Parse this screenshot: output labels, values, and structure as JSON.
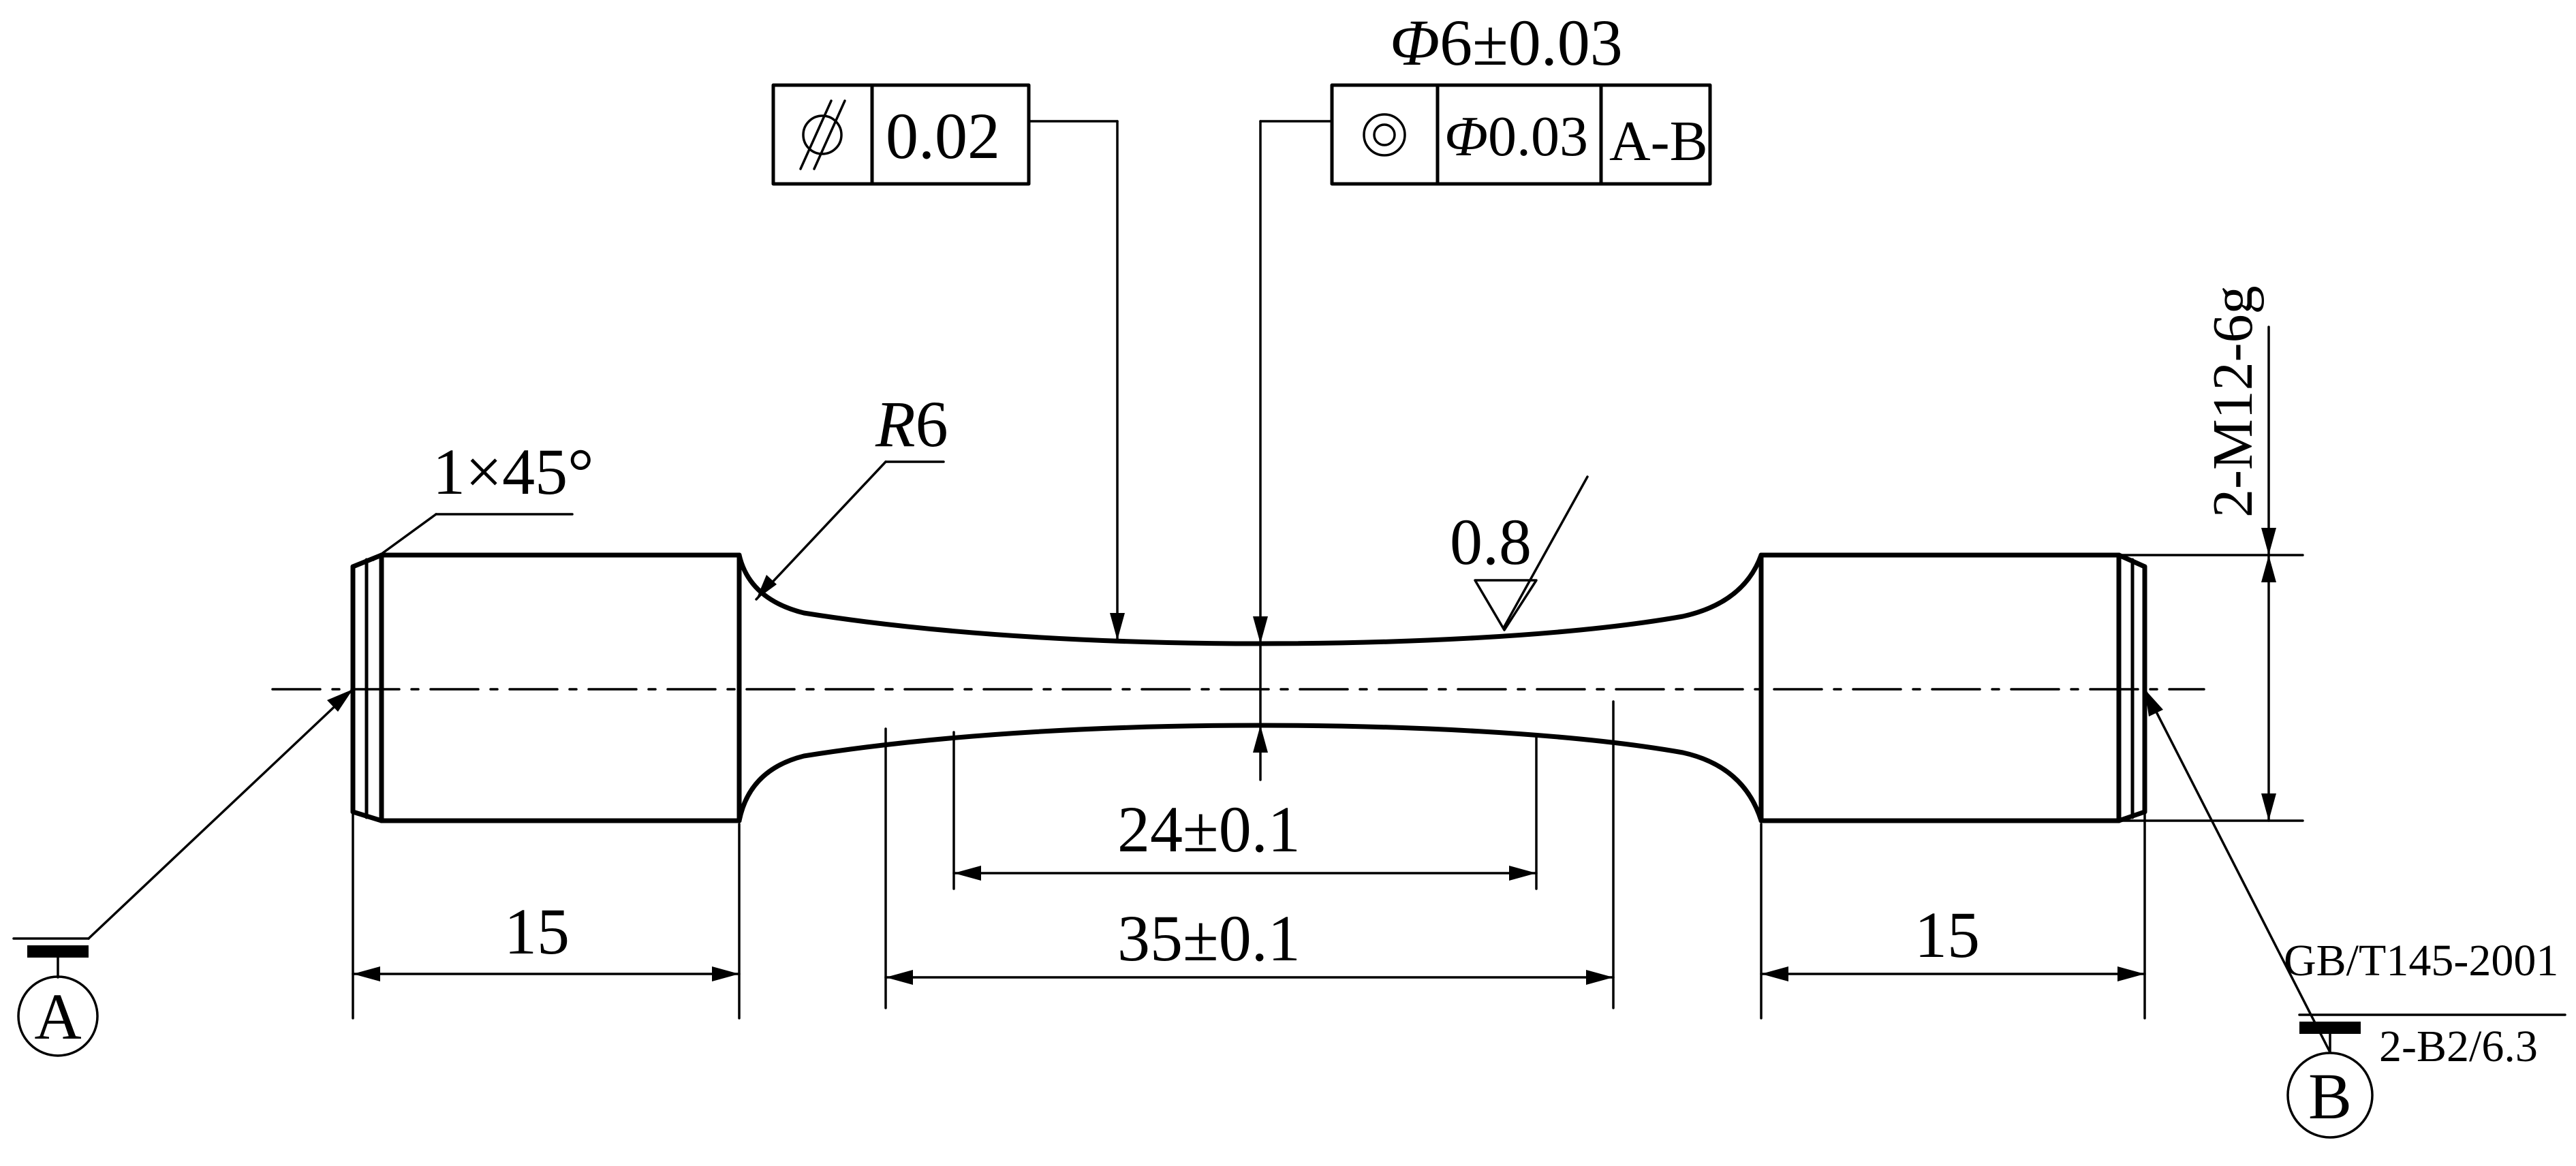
{
  "dims": {
    "top_diameter": "6±0.03",
    "top_diameter_symbol": "Φ",
    "radius_prefix": "R",
    "radius_value": "6",
    "chamfer": "1×45°",
    "roughness": "0.8",
    "thread": "2-M12-6g",
    "len_24": "24±0.1",
    "len_35": "35±0.1",
    "len_left": "15",
    "len_right": "15"
  },
  "fcf_cylindricity": {
    "symbol": "cylindricity-icon",
    "value": "0.02"
  },
  "fcf_concentricity": {
    "symbol": "concentricity-icon",
    "tolerance_symbol": "Φ",
    "tolerance_value": "0.03",
    "datum": "A-B"
  },
  "datums": {
    "a": "A",
    "b": "B"
  },
  "standard": {
    "line1": "GB/T145-2001",
    "line2": "2-B2/6.3"
  }
}
